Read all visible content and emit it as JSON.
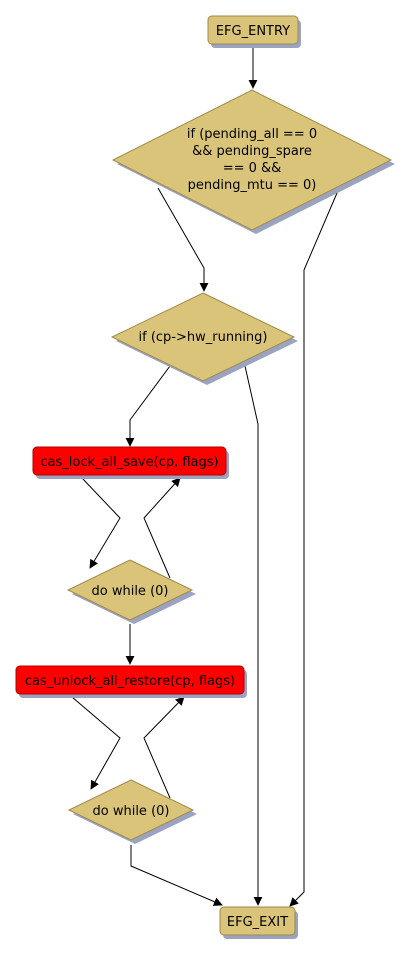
{
  "colors": {
    "node_fill": "#d9c479",
    "node_stroke": "#a08a4a",
    "shadow": "#9aa3c2",
    "call_fill": "#ff0000",
    "call_stroke": "#b30000",
    "edge": "#000000"
  },
  "nodes": {
    "entry": {
      "label": "EFG_ENTRY"
    },
    "cond_pending": {
      "lines": [
        "if (pending_all == 0",
        "&& pending_spare",
        "== 0 &&",
        "pending_mtu == 0)"
      ]
    },
    "cond_hw_running": {
      "label": "if (cp->hw_running)"
    },
    "lock_call": {
      "label": "cas_lock_all_save(cp, flags)"
    },
    "loop1": {
      "label": "do while (0)"
    },
    "unlock_call": {
      "label": "cas_unlock_all_restore(cp, flags)"
    },
    "loop2": {
      "label": "do while (0)"
    },
    "exit": {
      "label": "EFG_EXIT"
    }
  }
}
